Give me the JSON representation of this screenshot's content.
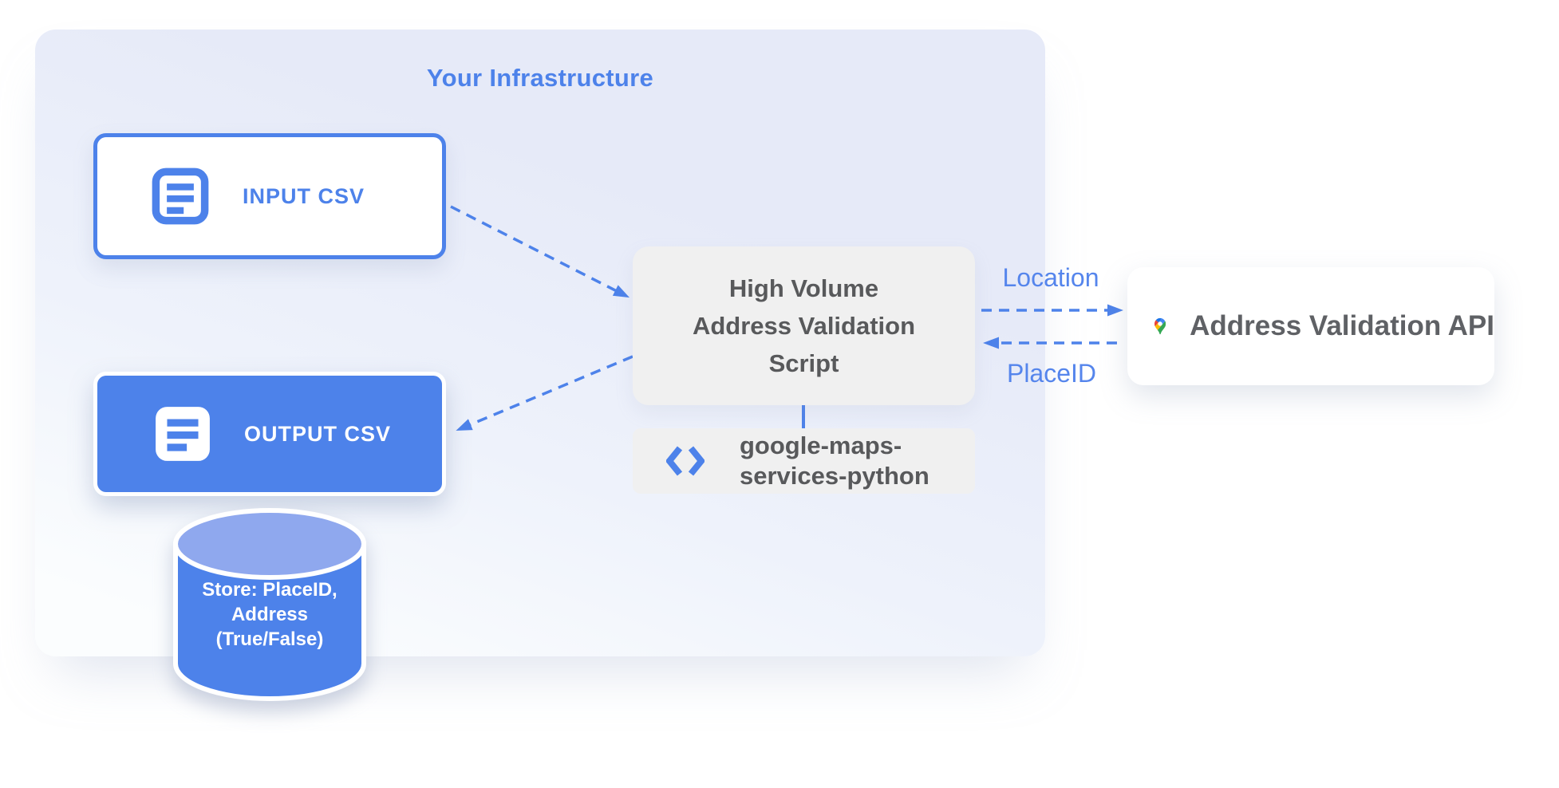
{
  "infra": {
    "title": "Your Infrastructure"
  },
  "nodes": {
    "input_csv": {
      "label": "INPUT CSV"
    },
    "output_csv": {
      "label": "OUTPUT CSV"
    },
    "script": {
      "label": "High Volume\nAddress Validation\nScript"
    },
    "library": {
      "label": "google-maps-\nservices-python"
    },
    "api": {
      "label": "Address Validation API"
    },
    "store": {
      "label": "Store: PlaceID,\nAddress\n(True/False)"
    }
  },
  "edges": {
    "location_label": "Location",
    "placeid_label": "PlaceID"
  },
  "colors": {
    "blue": "#4d82ea",
    "blue_light": "#8fa8ee",
    "label_blue": "#5585ec",
    "gray_box": "#f0f0f0",
    "gray_text": "#58595b",
    "api_text": "#5f6165",
    "infra_top": "#e6eaf8",
    "infra_bottom": "#fbfdfe",
    "pin_red": "#ea4335",
    "pin_blue_dark": "#1a73e8",
    "pin_blue": "#4285f4",
    "pin_yellow": "#fbbc04",
    "pin_green": "#34a853"
  }
}
